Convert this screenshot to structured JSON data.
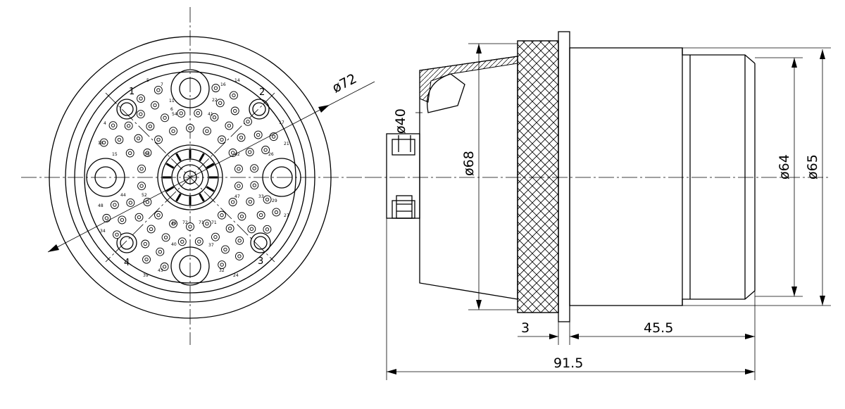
{
  "front_view": {
    "quadrant_labels": [
      "1",
      "2",
      "3",
      "4"
    ],
    "pin_numbers": [
      "5",
      "7",
      "11",
      "16",
      "14",
      "22",
      "41",
      "54",
      "6",
      "4",
      "18",
      "15",
      "55",
      "17",
      "21",
      "26",
      "42",
      "44",
      "52",
      "48",
      "34",
      "47",
      "33",
      "29",
      "27",
      "49",
      "72",
      "71",
      "71",
      "40",
      "37",
      "39",
      "43",
      "32",
      "24"
    ]
  },
  "dimensions": {
    "d72": "ø72",
    "d40": "ø40",
    "d68": "ø68",
    "d64": "ø64",
    "d65": "ø65",
    "flange": "3",
    "body": "45.5",
    "overall": "91.5"
  }
}
